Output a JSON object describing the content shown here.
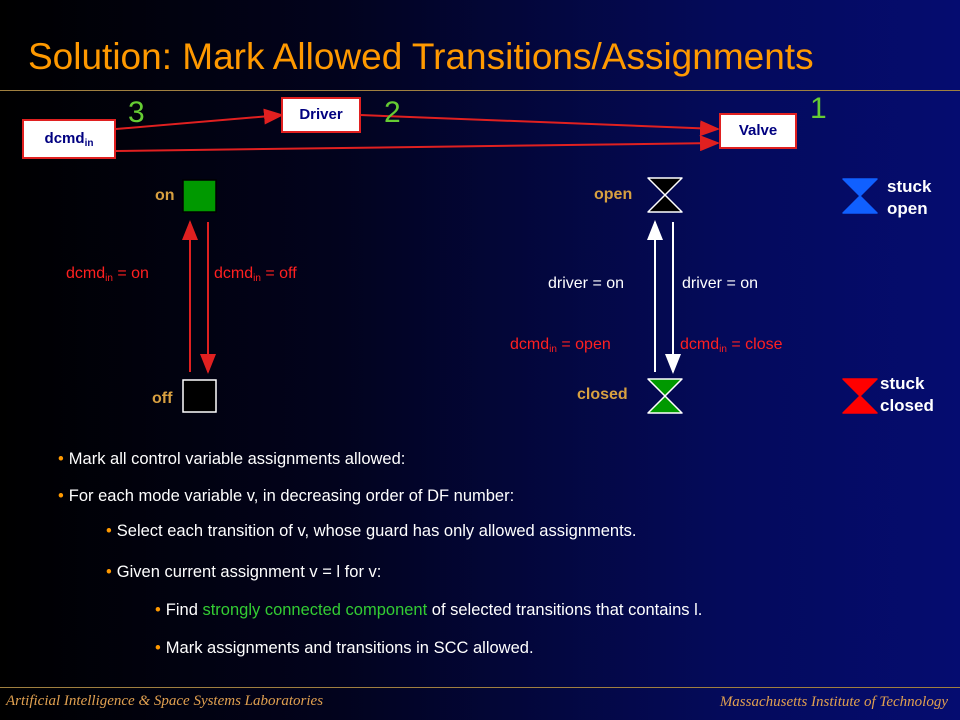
{
  "title": "Solution: Mark Allowed Transitions/Assignments",
  "diagram": {
    "dcmd_box": {
      "main": "dcmd",
      "sub": "in"
    },
    "driver_box": "Driver",
    "valve_box": "Valve",
    "num_3": "3",
    "num_2": "2",
    "num_1": "1"
  },
  "driver_states": {
    "on": "on",
    "off": "off",
    "left_label": {
      "pre": "dcmd",
      "sub": "in",
      "post": " = on"
    },
    "right_label": {
      "pre": "dcmd",
      "sub": "in",
      "post": " = off"
    }
  },
  "valve_states": {
    "open": "open",
    "closed": "closed",
    "left_driver": "driver = on",
    "right_driver": "driver = on",
    "left_cmd": {
      "pre": "dcmd",
      "sub": "in",
      "post": " = open"
    },
    "right_cmd": {
      "pre": "dcmd",
      "sub": "in",
      "post": " = close"
    },
    "stuck_open_1": "stuck",
    "stuck_open_2": "open",
    "stuck_closed_1": "stuck",
    "stuck_closed_2": "closed"
  },
  "bullets": {
    "b1": "Mark all control variable assignments allowed:",
    "b2": "For each mode variable v, in decreasing order of DF number:",
    "b3": "Select each transition of v, whose guard has only allowed assignments.",
    "b4_pre": "Given ",
    "b4_hl": "current assignment",
    "b4_post": " v = l for v:",
    "b5_pre": "Find ",
    "b5_hl": "strongly connected component",
    "b5_post": " of selected transitions that contains l.",
    "b6": "Mark assignments and transitions in SCC allowed."
  },
  "footer": {
    "left": "Artificial Intelligence & Space Systems Laboratories",
    "right": "Massachusetts Institute of Technology"
  },
  "colors": {
    "title": "#ff9900",
    "accent_red": "#ff2020",
    "green": "#33cc33",
    "state_on": "#009900",
    "state_off": "#000000",
    "stuck": "#1060ff",
    "stuck_closed": "#ff0000"
  }
}
